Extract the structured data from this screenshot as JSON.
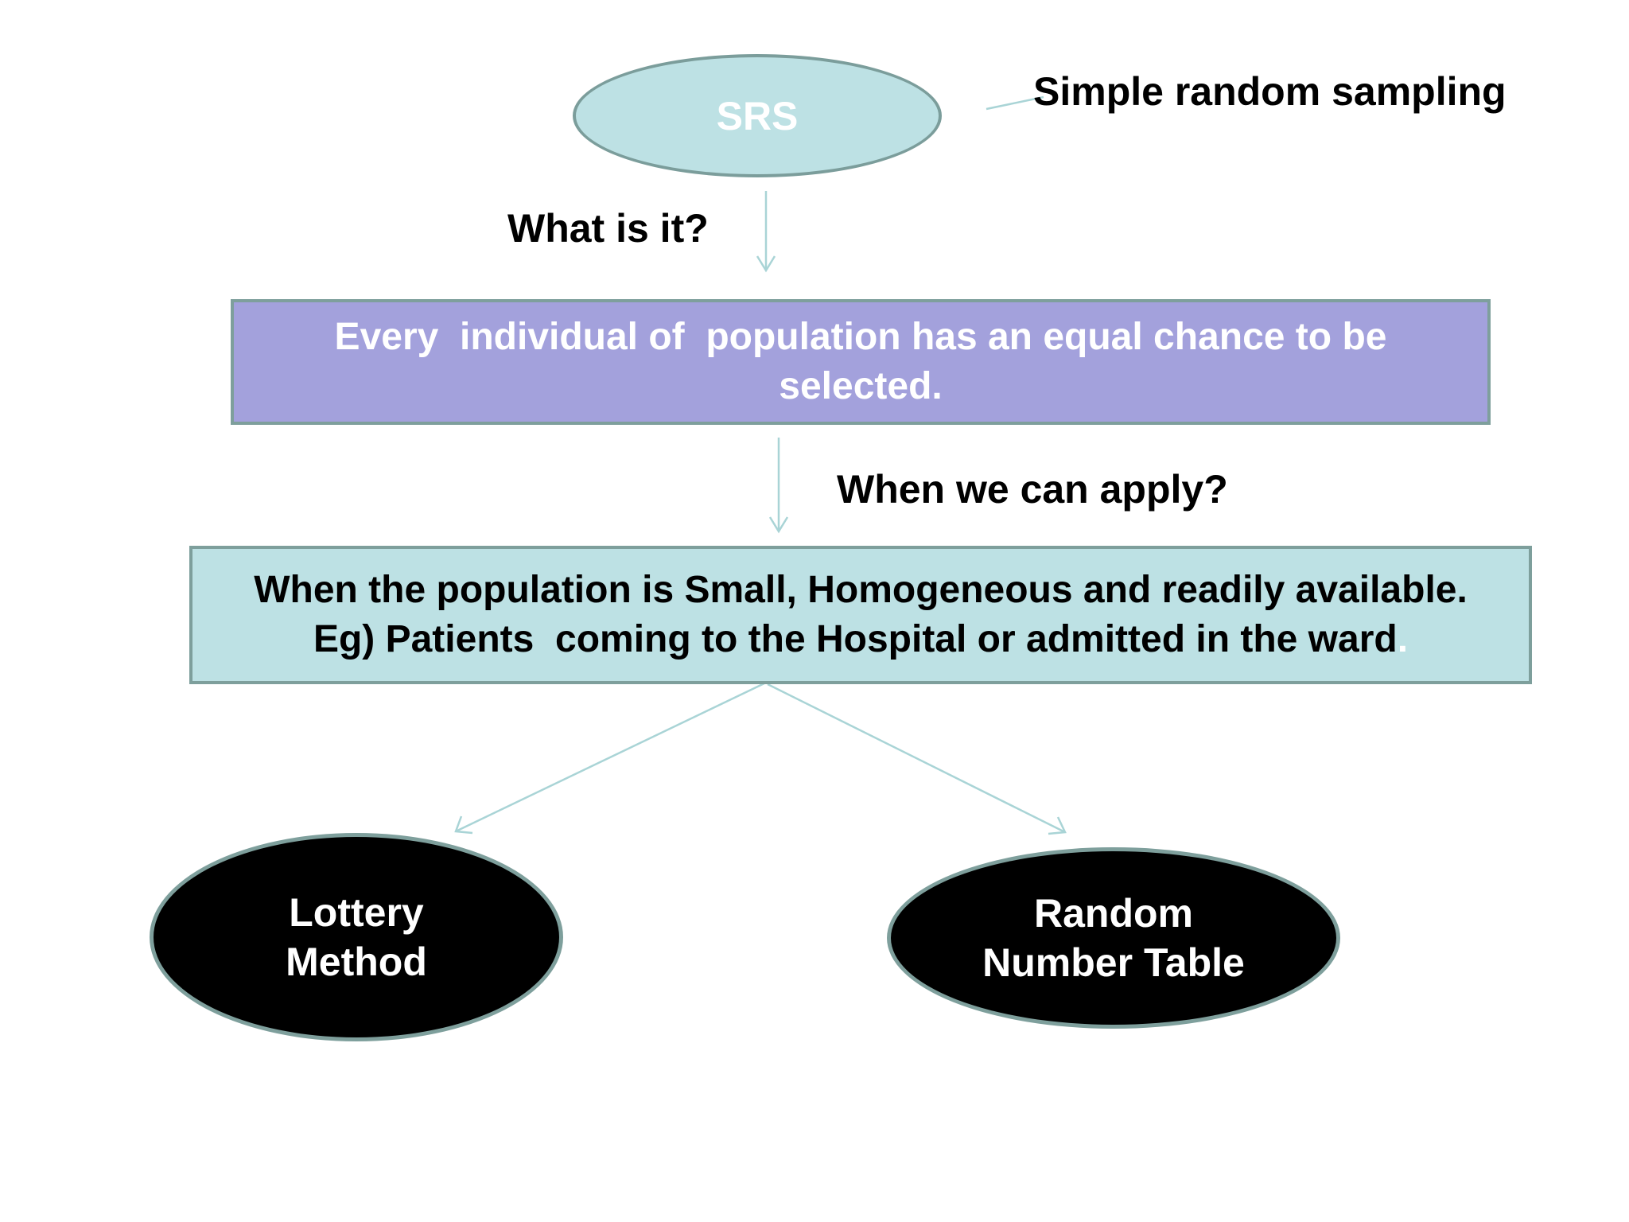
{
  "colors": {
    "connector": "#a9d4d6",
    "srs_fill": "#bde1e4",
    "srs_border": "#7b9d9b",
    "definition_fill": "#a3a1dc",
    "definition_border": "#7e9f9c",
    "condition_fill": "#bde1e4",
    "condition_border": "#7e9f9c",
    "method_fill": "#000000",
    "method_border": "#7e9f9c"
  },
  "nodes": {
    "srs": {
      "label": "SRS"
    },
    "definition": {
      "line1": "Every  individual of  population has an equal chance to be",
      "line2": "selected."
    },
    "condition": {
      "line1": "When the population is Small, Homogeneous and readily available.",
      "line2": "Eg) Patients  coming to the Hospital or admitted in the ward",
      "line2_end": "."
    },
    "lottery": {
      "line1": "Lottery",
      "line2": "Method"
    },
    "random_table": {
      "line1": "Random",
      "line2": "Number Table"
    }
  },
  "labels": {
    "srs_full": "Simple random sampling",
    "what_is_it": "What is it?",
    "when_apply": "When we can apply?"
  }
}
